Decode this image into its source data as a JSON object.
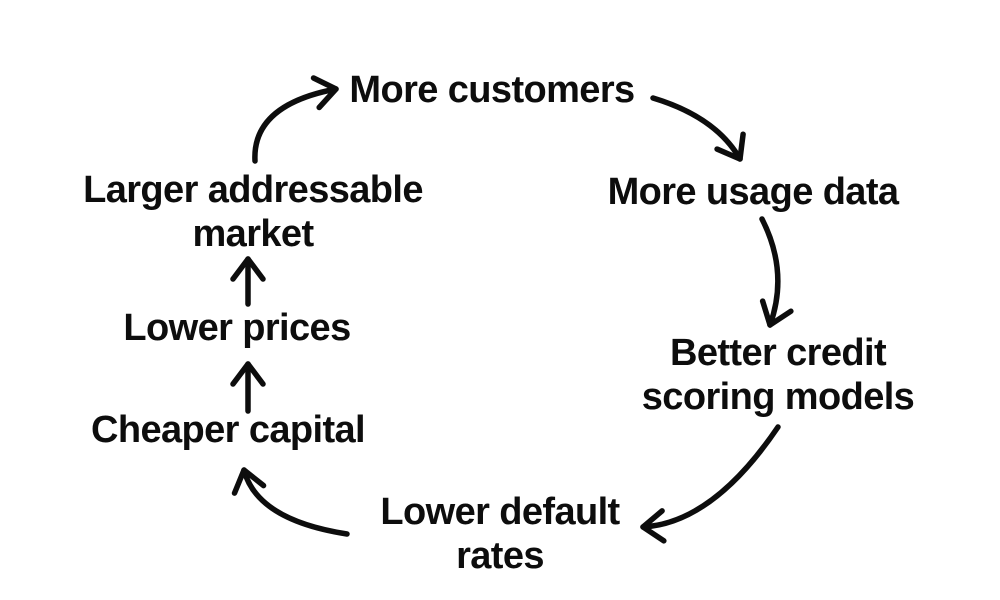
{
  "diagram": {
    "type": "cycle",
    "background": "#ffffff",
    "colors": {
      "text": "#0d0d0d",
      "arrow": "#0d0d0d"
    },
    "nodes": [
      {
        "id": "more-customers",
        "label": "More customers",
        "lines": [
          "More customers"
        ]
      },
      {
        "id": "more-usage-data",
        "label": "More usage data",
        "lines": [
          "More usage data"
        ]
      },
      {
        "id": "better-credit-scoring-models",
        "label": "Better credit scoring models",
        "lines": [
          "Better credit",
          "scoring models"
        ]
      },
      {
        "id": "lower-default-rates",
        "label": "Lower default rates",
        "lines": [
          "Lower default",
          "rates"
        ]
      },
      {
        "id": "cheaper-capital",
        "label": "Cheaper capital",
        "lines": [
          "Cheaper capital"
        ]
      },
      {
        "id": "lower-prices",
        "label": "Lower prices",
        "lines": [
          "Lower prices"
        ]
      },
      {
        "id": "larger-addressable-market",
        "label": "Larger addressable market",
        "lines": [
          "Larger addressable",
          "market"
        ]
      }
    ],
    "edges": [
      {
        "from": "larger-addressable-market",
        "to": "more-customers"
      },
      {
        "from": "more-customers",
        "to": "more-usage-data"
      },
      {
        "from": "more-usage-data",
        "to": "better-credit-scoring-models"
      },
      {
        "from": "better-credit-scoring-models",
        "to": "lower-default-rates"
      },
      {
        "from": "lower-default-rates",
        "to": "cheaper-capital"
      },
      {
        "from": "cheaper-capital",
        "to": "lower-prices"
      },
      {
        "from": "lower-prices",
        "to": "larger-addressable-market"
      }
    ]
  }
}
